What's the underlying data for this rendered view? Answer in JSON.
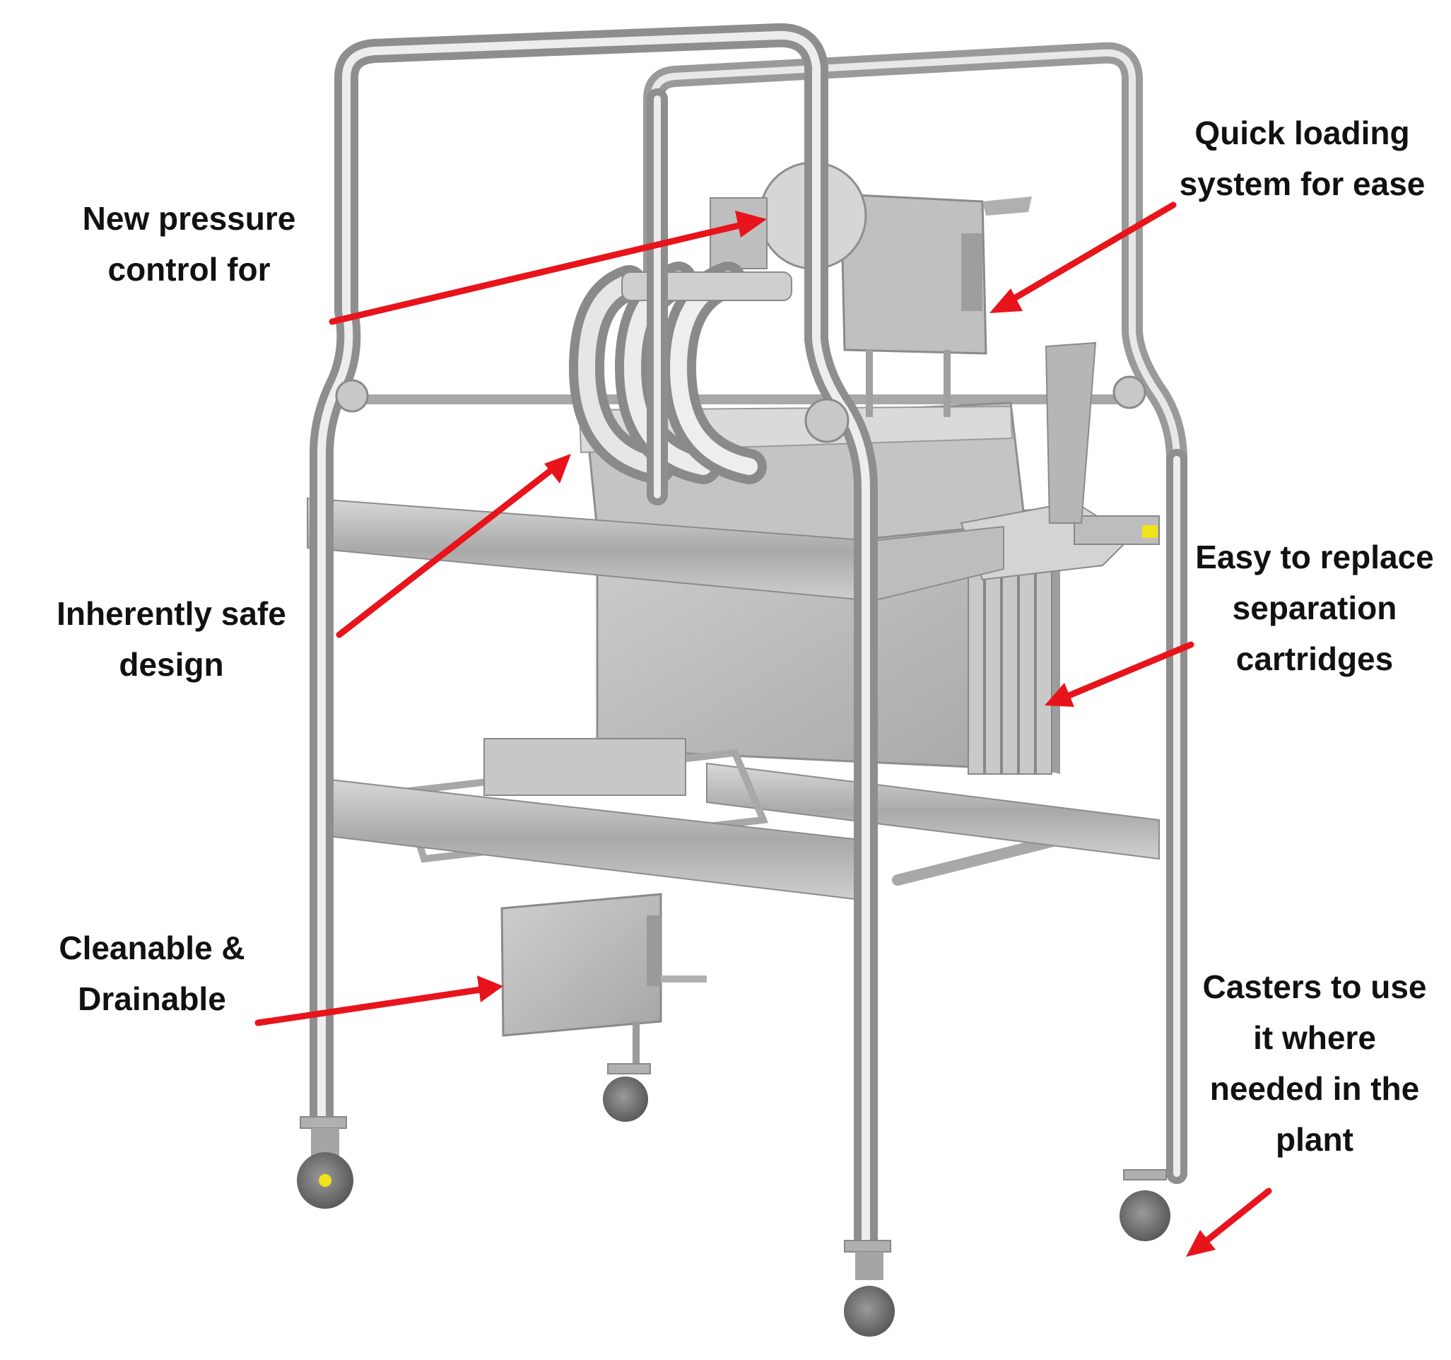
{
  "colors": {
    "arrow": "#e8141b",
    "steel_light": "#e4e4e4",
    "steel_mid": "#b8b8b8",
    "steel_dark": "#8a8a8a",
    "text": "#111111",
    "caster_yellow": "#f2e21a"
  },
  "callouts": {
    "pressure": {
      "lines": [
        "New pressure",
        "control for"
      ]
    },
    "loading": {
      "lines": [
        "Quick loading",
        "system for ease"
      ]
    },
    "safe": {
      "lines": [
        "Inherently safe",
        "design"
      ]
    },
    "cartridges": {
      "lines": [
        "Easy to replace",
        "separation",
        "cartridges"
      ]
    },
    "cleanable": {
      "lines": [
        "Cleanable &",
        "Drainable"
      ]
    },
    "casters": {
      "lines": [
        "Casters to use",
        "it where",
        "needed in the",
        "plant"
      ]
    }
  }
}
